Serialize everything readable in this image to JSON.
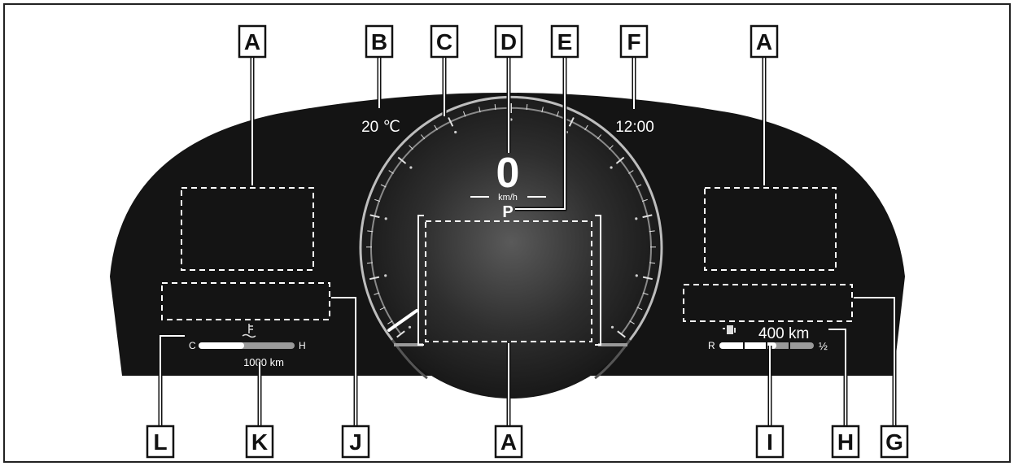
{
  "callouts": {
    "a": "A",
    "b": "B",
    "c": "C",
    "d": "D",
    "e": "E",
    "f": "F",
    "g": "G",
    "h": "H",
    "i": "I",
    "j": "J",
    "k": "K",
    "l": "L"
  },
  "display": {
    "temperature": "20 ℃",
    "clock": "12:00",
    "speed": "0",
    "speed_unit": "km/h",
    "gear": "P",
    "coolant_cold": "C",
    "coolant_hot": "H",
    "odometer": "1000 km",
    "range": "400 km",
    "fuel_empty": "R",
    "fuel_half": "½"
  },
  "colors": {
    "panel": "#141414",
    "gauge_ring": "#d9d9d9",
    "dashed_box": "#ffffff",
    "label_box": "#111111"
  }
}
